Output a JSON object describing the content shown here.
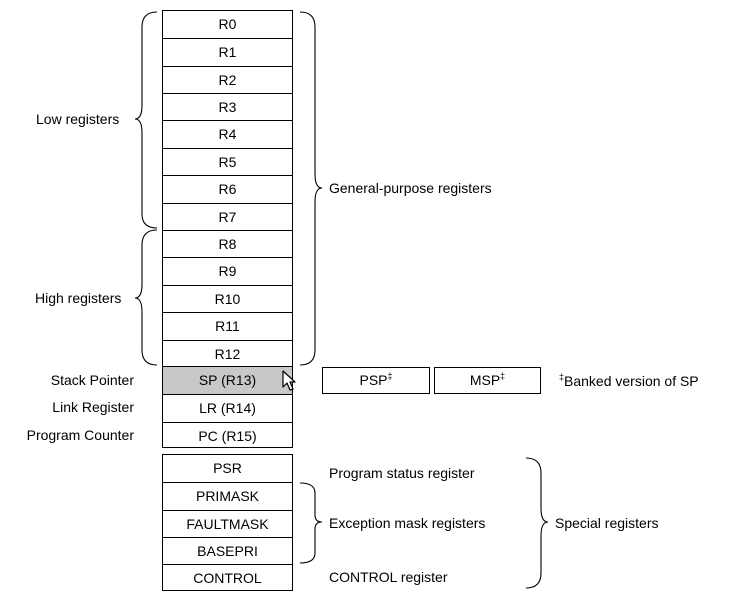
{
  "registers": {
    "general": [
      "R0",
      "R1",
      "R2",
      "R3",
      "R4",
      "R5",
      "R6",
      "R7",
      "R8",
      "R9",
      "R10",
      "R11",
      "R12"
    ],
    "stack_pointer": "SP (R13)",
    "link_register": "LR (R14)",
    "program_counter": "PC (R15)",
    "special": [
      "PSR",
      "PRIMASK",
      "FAULTMASK",
      "BASEPRI",
      "CONTROL"
    ]
  },
  "labels": {
    "low_registers": "Low registers",
    "high_registers": "High registers",
    "general_purpose": "General-purpose registers",
    "stack_pointer": "Stack Pointer",
    "link_register": "Link Register",
    "program_counter": "Program Counter",
    "program_status": "Program status register",
    "exception_mask": "Exception mask registers",
    "control_register": "CONTROL register",
    "special_registers": "Special registers"
  },
  "banked": {
    "psp": "PSP",
    "msp": "MSP",
    "mark": "‡",
    "note": "Banked version of SP"
  },
  "highlight_color": "#c8c8c8",
  "cursor_icon": "mouse-pointer-icon"
}
